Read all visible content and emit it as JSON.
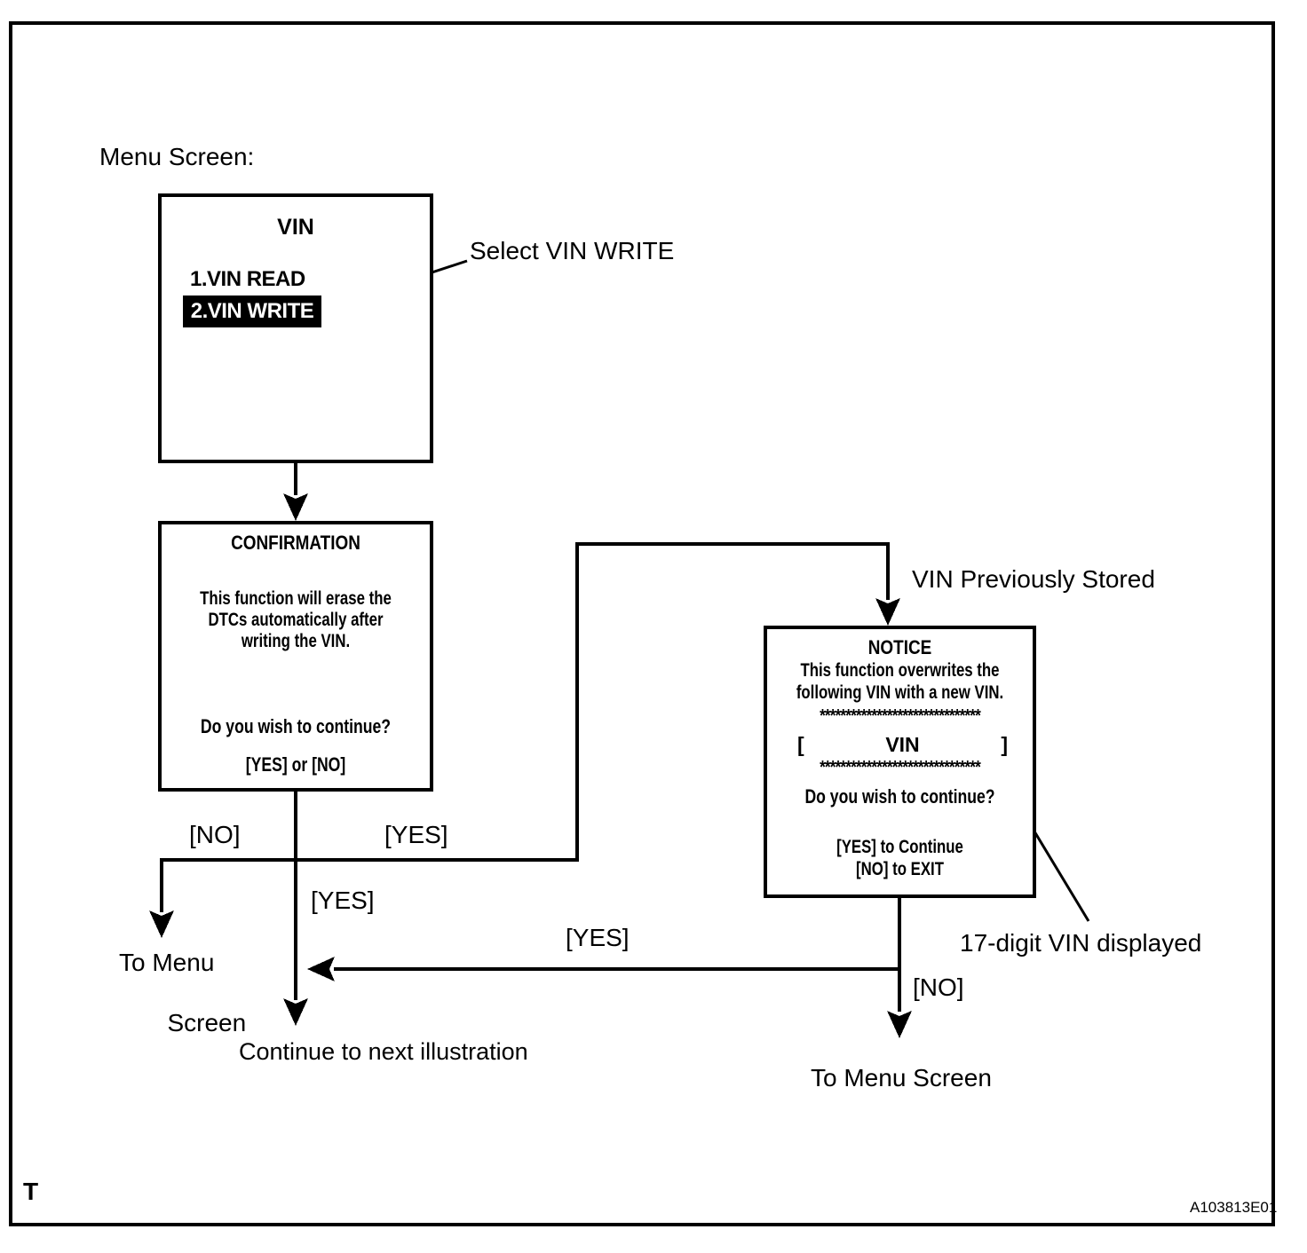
{
  "colors": {
    "ink": "#000000",
    "background": "#ffffff",
    "highlight_bg": "#000000",
    "highlight_text": "#ffffff"
  },
  "page": {
    "menu_screen_label": "Menu Screen:",
    "corner_mark": "T",
    "figure_id": "A103813E01"
  },
  "vin_menu": {
    "title": "VIN",
    "item_read": "1.VIN READ",
    "item_write": "2.VIN WRITE"
  },
  "confirmation": {
    "title": "CONFIRMATION",
    "body_lines": [
      "This function will erase the",
      "DTCs automatically after",
      "writing the VIN."
    ],
    "question": "Do you wish to continue?",
    "options": "[YES] or [NO]"
  },
  "notice": {
    "title": "NOTICE",
    "body_lines": [
      "This function overwrites the",
      "following VIN with a new VIN."
    ],
    "stars_top": "*******************************",
    "vin_open": "[",
    "vin_label": "VIN",
    "vin_close": "]",
    "stars_bottom": "*******************************",
    "question": "Do you wish to continue?",
    "yes_line": "[YES] to Continue",
    "no_line": "[NO] to EXIT"
  },
  "callouts": {
    "select_vin_write": "Select VIN WRITE",
    "vin_previously_stored": "VIN Previously Stored",
    "vin_displayed": "17-digit VIN displayed"
  },
  "edges": {
    "no_left": "[NO]",
    "yes_right": "[YES]",
    "yes_down": "[YES]",
    "yes_return": "[YES]",
    "no_down": "[NO]"
  },
  "terminals": {
    "menu_left_line1": "To Menu",
    "menu_left_line2": "Screen",
    "continue_next": "Continue to next illustration",
    "menu_right": "To Menu Screen"
  }
}
